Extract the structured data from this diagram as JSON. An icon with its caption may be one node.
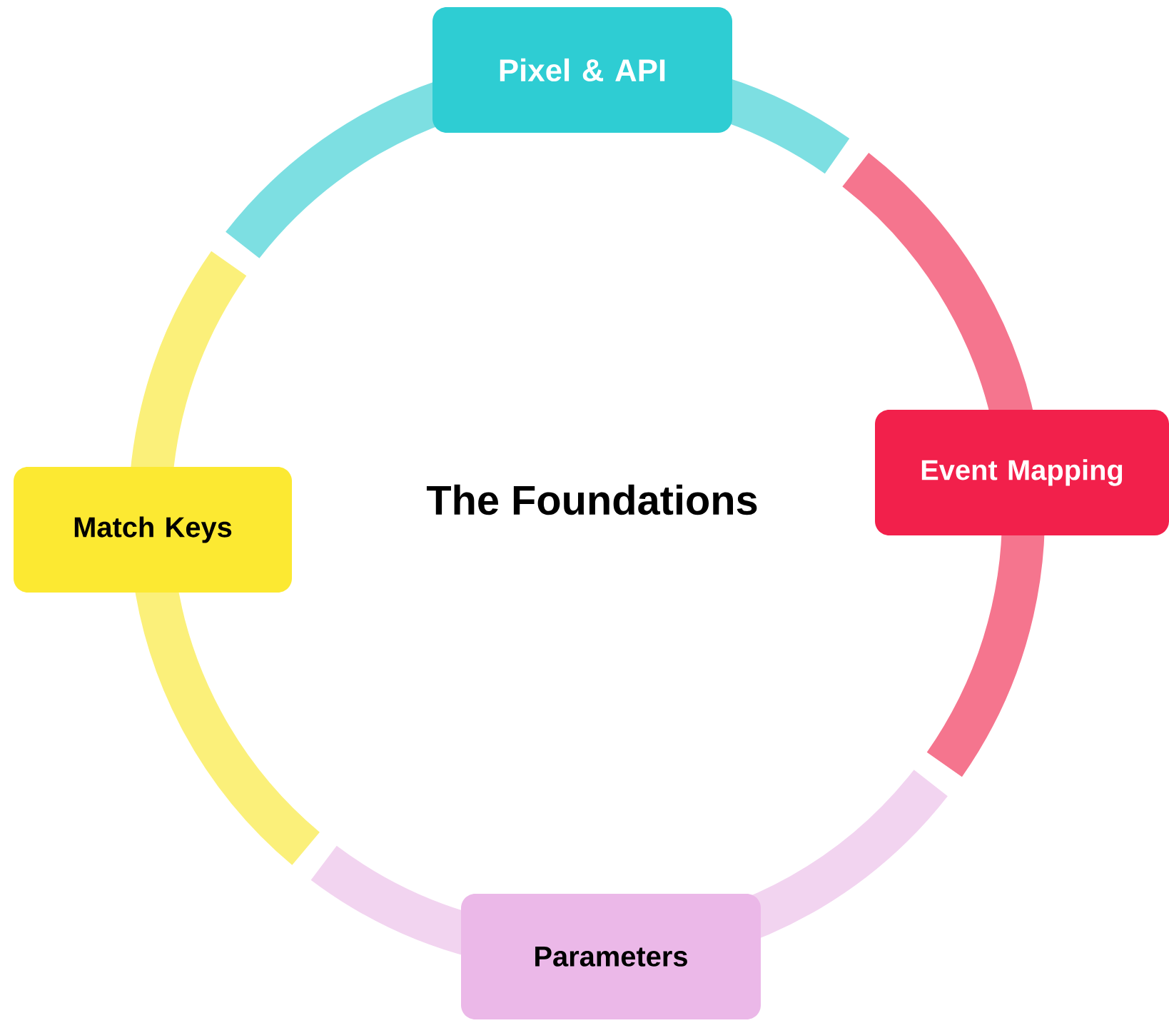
{
  "diagram": {
    "title": "The Foundations",
    "nodes": [
      {
        "text": [
          "Pixel & API"
        ]
      },
      {
        "text": [
          "Event Mapping"
        ]
      },
      {
        "text": [
          "Parameters"
        ]
      },
      {
        "text": [
          "Match Keys"
        ]
      }
    ]
  }
}
